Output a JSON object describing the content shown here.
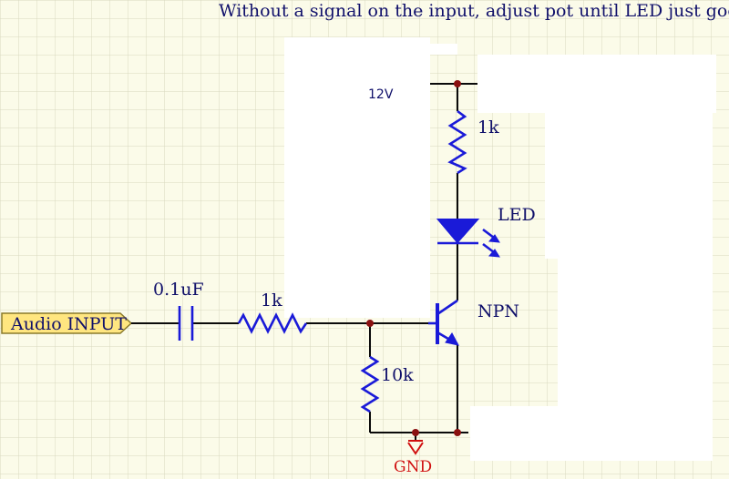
{
  "instruction": "Without a signal on the input, adjust pot until LED just goes out.",
  "input_port": "Audio INPUT",
  "components": {
    "capacitor": "0.1uF",
    "series_resistor": "1k",
    "pot": "10k",
    "collector_resistor": "1k",
    "led": "LED",
    "transistor": "NPN",
    "supply": "12V",
    "ground": "GND"
  },
  "colors": {
    "background": "#fbfbe9",
    "grid": "#d8d8c0",
    "wire": "#0a0a0a",
    "component": "#1a1ad8",
    "label": "#10106a",
    "ground": "#d01010",
    "port_fill": "#ffe680",
    "junction": "#8a1010"
  }
}
